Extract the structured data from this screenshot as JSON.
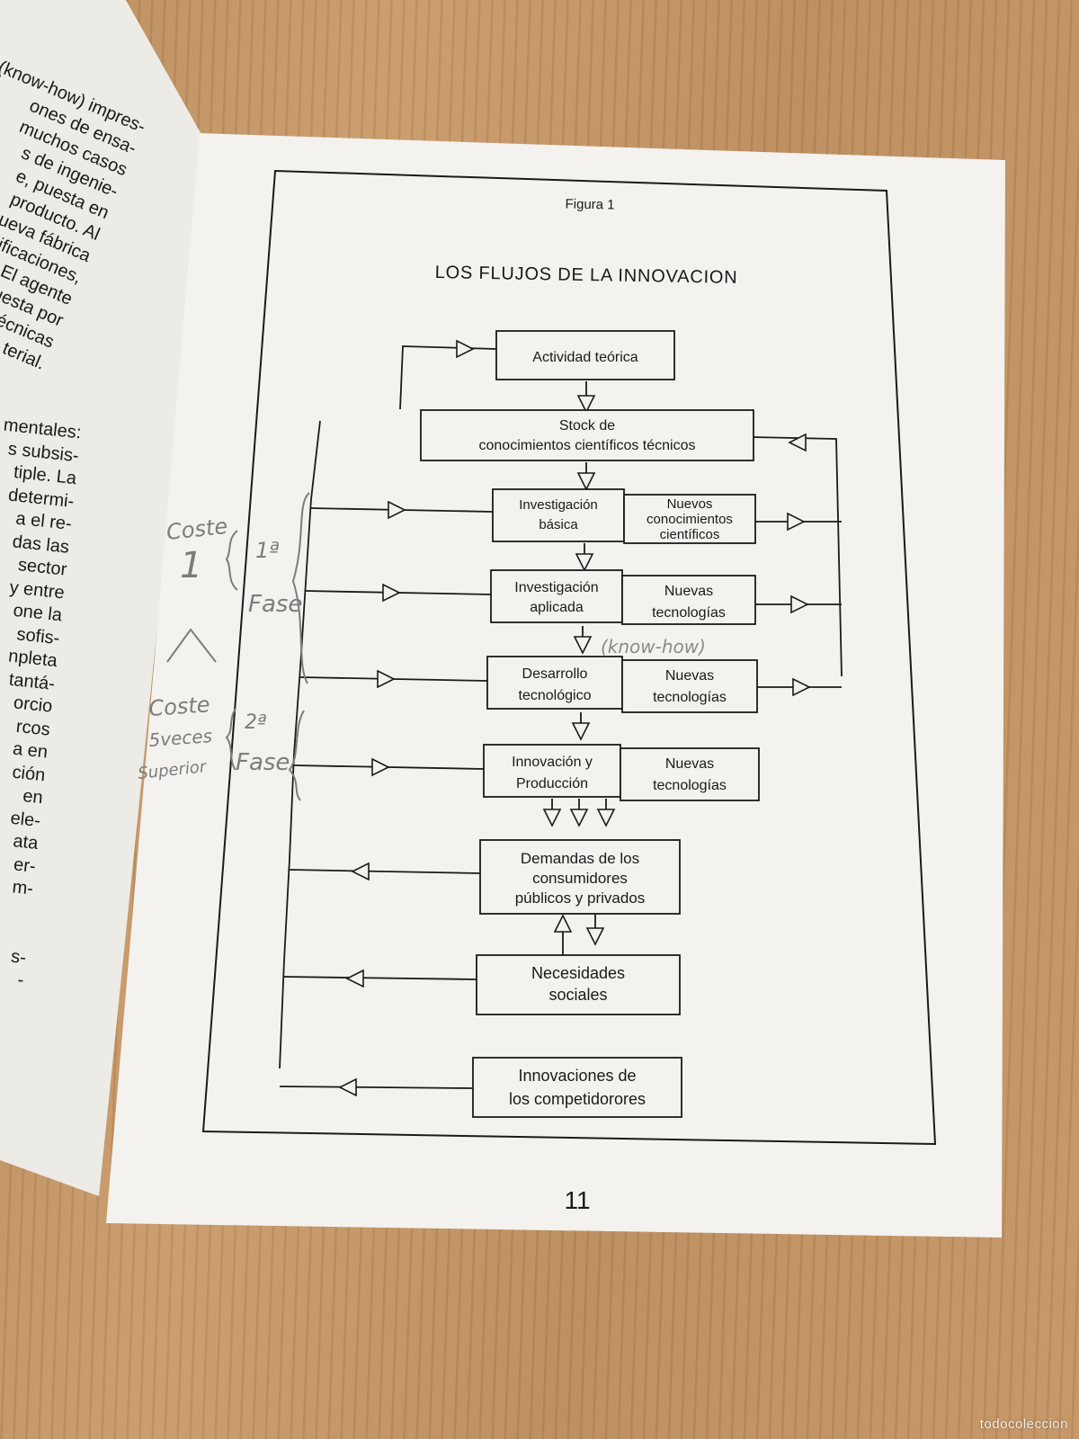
{
  "left_page": {
    "lines_upper": [
      "(know-how) impres-",
      "ones de ensa-",
      "muchos casos",
      "s de ingenie-",
      "e, puesta en",
      "producto. Al",
      "ueva fábrica",
      "cificaciones,",
      ". El agente",
      "puesta por",
      "s técnicas",
      "terial."
    ],
    "lines_lower": [
      "mentales:",
      "s subsis-",
      "tiple. La",
      "determi-",
      "a el re-",
      "das las",
      "sector",
      "y entre",
      "one la",
      "sofis-",
      "",
      "npleta",
      "tantá-",
      "orcio",
      "rcos",
      "a en",
      "ción",
      "en",
      "ele-",
      "ata",
      "er-",
      "m-",
      "",
      "",
      "s-",
      "-"
    ]
  },
  "figure": {
    "label": "Figura 1",
    "title": "LOS FLUJOS DE LA INNOVACION",
    "page_number": "11"
  },
  "boxes": {
    "actividad": "Actividad teórica",
    "stock_1": "Stock de",
    "stock_2": "conocimientos científicos   técnicos",
    "inv_basica_1": "Investigación",
    "inv_basica_2": "básica",
    "nuevos_con_1": "Nuevos",
    "nuevos_con_2": "conocimientos",
    "nuevos_con_3": "científicos",
    "inv_aplicada_1": "Investigación",
    "inv_aplicada_2": "aplicada",
    "nuevas_tec_a_1": "Nuevas",
    "nuevas_tec_a_2": "tecnologías",
    "desarrollo_1": "Desarrollo",
    "desarrollo_2": "tecnológico",
    "nuevas_tec_b_1": "Nuevas",
    "nuevas_tec_b_2": "tecnologías",
    "innovacion_1": "Innovación y",
    "innovacion_2": "Producción",
    "nuevas_tec_c_1": "Nuevas",
    "nuevas_tec_c_2": "tecnologías",
    "demandas_1": "Demandas de los",
    "demandas_2": "consumidores",
    "demandas_3": "públicos y privados",
    "necesidades_1": "Necesidades",
    "necesidades_2": "sociales",
    "competidores_1": "Innovaciones de",
    "competidores_2": "los competidorores"
  },
  "handwriting": {
    "coste_1": "Coste",
    "coste_1_num": "1",
    "fase_1_num": "1ª",
    "fase_1": "Fase",
    "arrow": "^",
    "coste_2": "Coste",
    "veces": "5veces",
    "superior": "Superior",
    "fase_2_num": "2ª",
    "fase_2": "Fase",
    "know_how": "(know-how)"
  },
  "watermark": "todocoleccion"
}
